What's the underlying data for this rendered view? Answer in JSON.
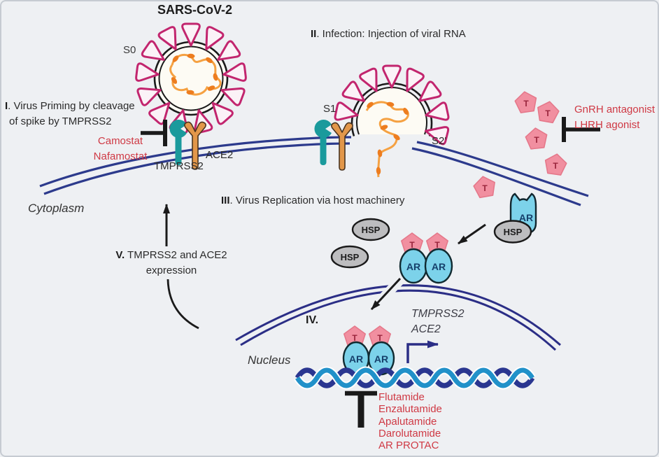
{
  "title": "SARS-CoV-2",
  "steps": {
    "i": {
      "num": "I",
      "rest": ". Virus Priming by cleavage",
      "rest2": "of spike by TMPRSS2"
    },
    "ii": {
      "num": "II",
      "rest": ". Infection: Injection of viral RNA"
    },
    "iii": {
      "num": "III",
      "rest": ". Virus Replication via host machinery"
    },
    "iv": {
      "num": "IV."
    },
    "v": {
      "num": "V.",
      "rest": " TMPRSS2 and ACE2",
      "rest2": "expression"
    }
  },
  "inhibitors": {
    "protease": [
      "Camostat",
      "Nafamostat"
    ],
    "hormonal": [
      "GnRH antagonist",
      "LHRH agonist"
    ],
    "antiandrogens": [
      "Flutamide",
      "Enzalutamide",
      "Apalutamide",
      "Darolutamide",
      "AR PROTAC"
    ]
  },
  "labels": {
    "s0": "S0",
    "s1": "S1",
    "s2prime": "S2'",
    "tmprss2": "TMPRSS2",
    "ace2": "ACE2",
    "cytoplasm": "Cytoplasm",
    "nucleus": "Nucleus",
    "testosterone": "T",
    "ar": "AR",
    "hsp": "HSP",
    "gene_tmprss2": "TMPRSS2",
    "gene_ace2": "ACE2"
  },
  "colors": {
    "inhibitor_red": "#cf3944",
    "membrane_navy": "#2c3a8c",
    "spike_magenta": "#c2256e",
    "testosterone_pink": "#f18fa0",
    "ar_blue": "#7cd2ea",
    "hsp_gray": "#bdbdbf",
    "ace2_orange": "#e2974a",
    "tmprss2_teal": "#1a9a9c",
    "dna_navy": "#2a3690",
    "dna_blue": "#2191c9"
  }
}
